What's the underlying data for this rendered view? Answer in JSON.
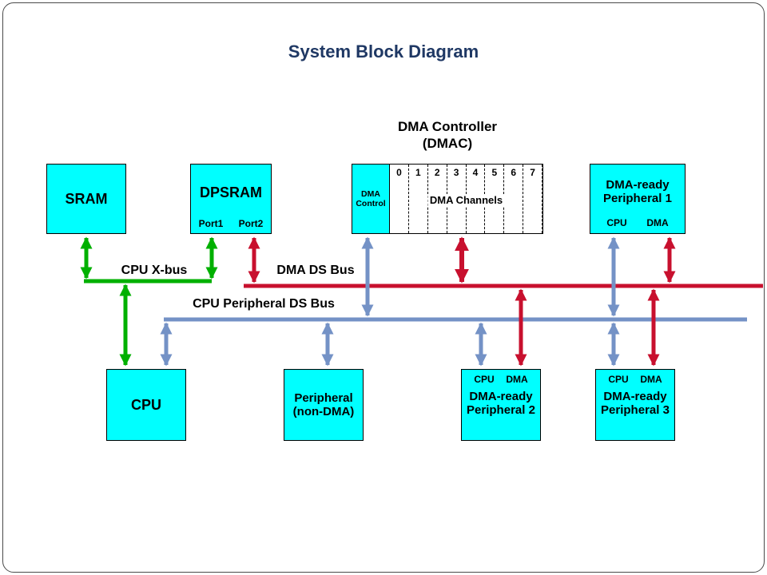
{
  "title": "System Block Diagram",
  "colors": {
    "block_fill": "#00FFFF",
    "block_border": "#000000",
    "xbus_green": "#00B000",
    "dma_bus_red": "#C8102E",
    "peripheral_bus_blue": "#7492C6",
    "title_text": "#1F3864",
    "label_text": "#000000"
  },
  "blocks": {
    "sram": {
      "label": "SRAM"
    },
    "dpsram": {
      "label": "DPSRAM",
      "port1": "Port1",
      "port2": "Port2"
    },
    "dmac": {
      "title_line1": "DMA Controller",
      "title_line2": "(DMAC)",
      "control_label": "DMA Control",
      "channels_label": "DMA Channels",
      "channel_numbers": [
        "0",
        "1",
        "2",
        "3",
        "4",
        "5",
        "6",
        "7"
      ]
    },
    "peripheral1": {
      "line1": "DMA-ready",
      "line2": "Peripheral 1",
      "cpu": "CPU",
      "dma": "DMA"
    },
    "cpu": {
      "label": "CPU"
    },
    "peripheral_non_dma": {
      "line1": "Peripheral",
      "line2": "(non-DMA)"
    },
    "peripheral2": {
      "line1": "DMA-ready",
      "line2": "Peripheral 2",
      "cpu": "CPU",
      "dma": "DMA"
    },
    "peripheral3": {
      "line1": "DMA-ready",
      "line2": "Peripheral 3",
      "cpu": "CPU",
      "dma": "DMA"
    }
  },
  "buses": {
    "cpu_xbus": "CPU X-bus",
    "dma_ds_bus": "DMA DS Bus",
    "cpu_peripheral_ds_bus": "CPU Peripheral DS Bus"
  }
}
